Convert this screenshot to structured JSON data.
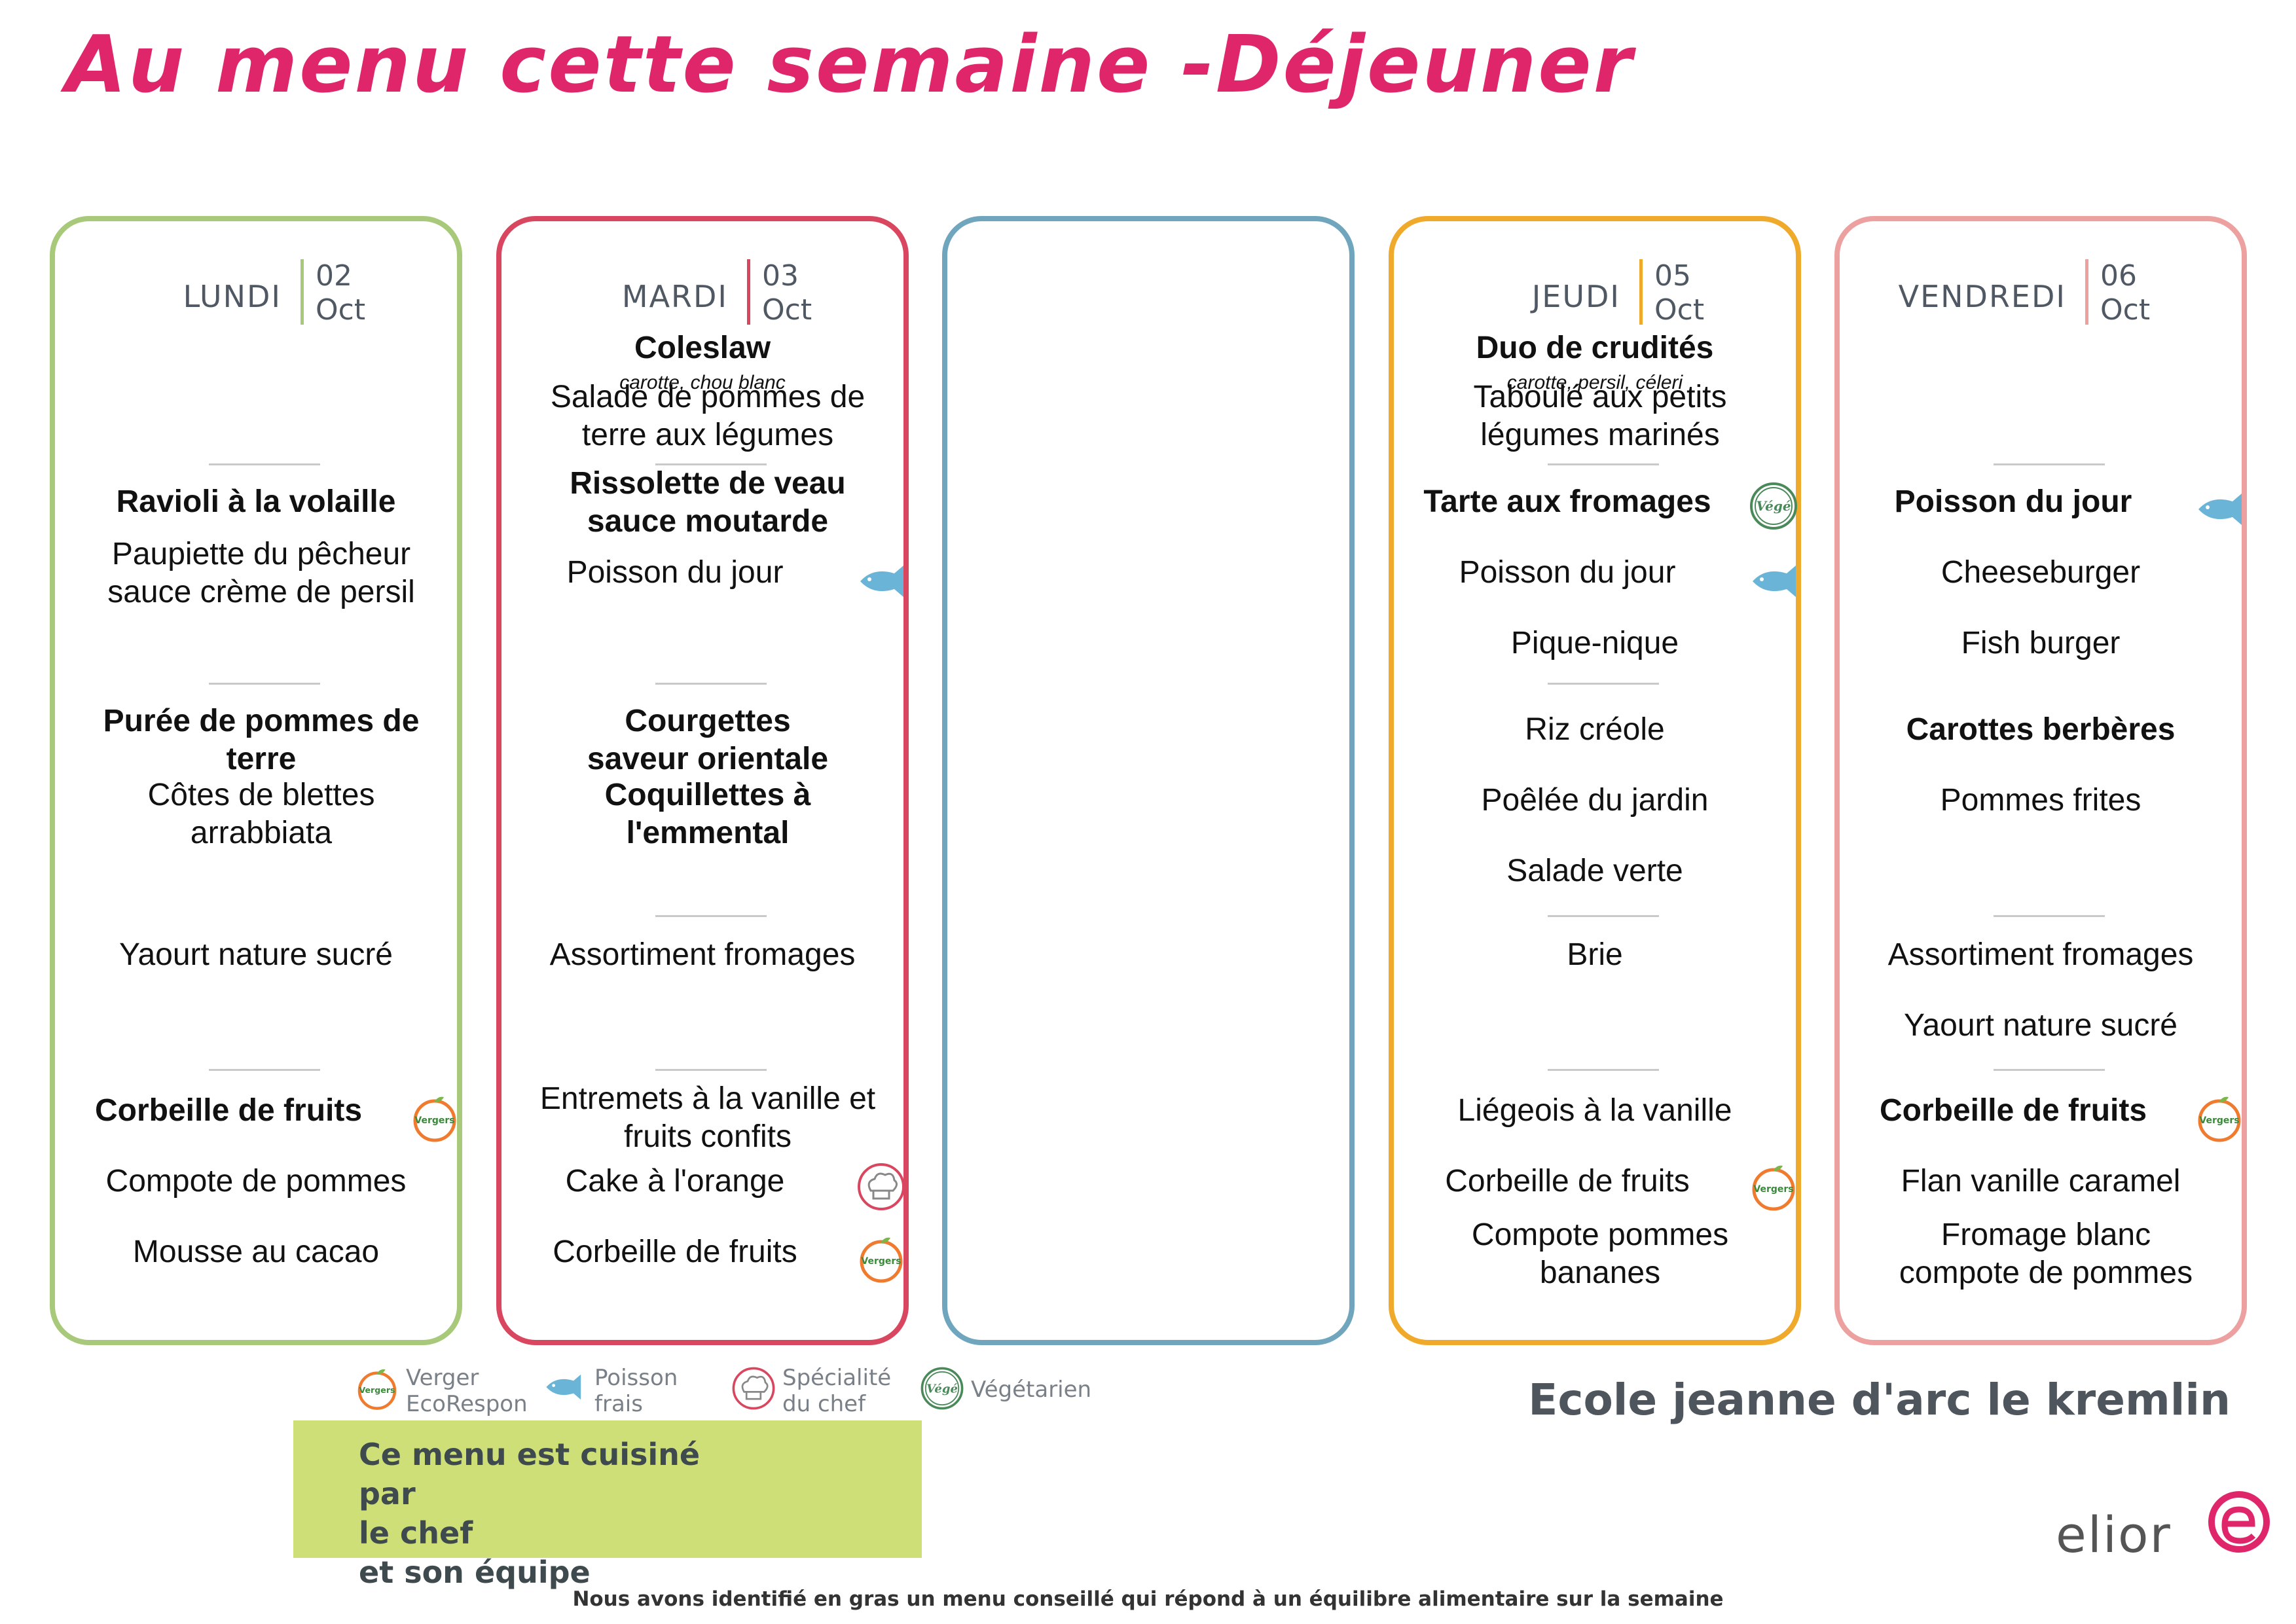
{
  "title": "Au menu cette semaine -Déjeuner",
  "days": [
    {
      "name": "LUNDI",
      "date_day": "02",
      "date_month": "Oct",
      "color": "#a8c97a",
      "items": {
        "main1": "Ravioli à la volaille",
        "main2": "Paupiette du pêcheur sauce crème de persil",
        "side1": "Purée de pommes de terre",
        "side2": "Côtes de blettes arrabbiata",
        "dairy1": "Yaourt nature sucré",
        "dessert1": "Corbeille de fruits",
        "dessert2": "Compote de pommes",
        "dessert3": "Mousse au cacao"
      }
    },
    {
      "name": "MARDI",
      "date_day": "03",
      "date_month": "Oct",
      "color": "#d9465f",
      "items": {
        "starter1": "Coleslaw",
        "starter1_sub": "carotte, chou blanc",
        "starter2": "Salade de pommes de terre aux légumes",
        "main1": "Rissolette de veau sauce moutarde",
        "main2": "Poisson du jour",
        "side1": "Courgettes saveur orientale",
        "side2": "Coquillettes à l'emmental",
        "dairy1": "Assortiment fromages",
        "dessert1": "Entremets à la vanille et fruits confits",
        "dessert2": "Cake à l'orange",
        "dessert3": "Corbeille de fruits"
      }
    },
    {
      "name": "",
      "date_day": "",
      "date_month": "",
      "color": "#6fa6bd",
      "items": {}
    },
    {
      "name": "JEUDI",
      "date_day": "05",
      "date_month": "Oct",
      "color": "#f0aa2b",
      "items": {
        "starter1": "Duo de crudités",
        "starter1_sub": "carotte, persil, céleri",
        "starter2": "Taboulé aux petits légumes marinés",
        "main1": "Tarte aux fromages",
        "main2": "Poisson du jour",
        "main3": "Pique-nique",
        "side1": "Riz créole",
        "side2": "Poêlée du jardin",
        "side3": "Salade verte",
        "dairy1": "Brie",
        "dessert1": "Liégeois à la vanille",
        "dessert2": "Corbeille de fruits",
        "dessert3": "Compote pommes bananes"
      }
    },
    {
      "name": "VENDREDI",
      "date_day": "06",
      "date_month": "Oct",
      "color": "#eca0a0",
      "items": {
        "main1": "Poisson du jour",
        "main2": "Cheeseburger",
        "main3": "Fish burger",
        "side1": "Carottes berbères",
        "side2": "Pommes frites",
        "dairy1": "Assortiment fromages",
        "dairy2": "Yaourt nature sucré",
        "dessert1": "Corbeille de fruits",
        "dessert2": "Flan vanille caramel",
        "dessert3": "Fromage blanc compote de pommes"
      }
    }
  ],
  "icons": {
    "verger": "verger-apple-icon",
    "poisson": "fish-icon",
    "chef": "chef-hat-icon",
    "vege": "vege-badge-icon"
  },
  "legend": [
    {
      "icon": "verger-apple-icon",
      "label_line1": "Verger",
      "label_line2": "EcoRespon"
    },
    {
      "icon": "fish-icon",
      "label_line1": "Poisson",
      "label_line2": "frais"
    },
    {
      "icon": "chef-hat-icon",
      "label_line1": "Spécialité",
      "label_line2": "du chef"
    },
    {
      "icon": "vege-badge-icon",
      "label_line1": "Végétarien",
      "label_line2": ""
    }
  ],
  "badge_text": {
    "verger": "Vergers",
    "vege": "Végé"
  },
  "chef_box": {
    "line1": "Ce menu est cuisiné par",
    "line2": "le chef",
    "line3": "et son équipe",
    "color": "#cfdf77"
  },
  "school": "Ecole jeanne d'arc le kremlin",
  "brand": {
    "name": "elior",
    "color": "#e0266a"
  },
  "footer": "Nous avons identifié en gras un menu conseillé qui répond à un équilibre alimentaire sur la semaine",
  "colors": {
    "title": "#e0266a",
    "fish": "#6ab4d8",
    "chef": "#d9465f",
    "vege": "#4a8a5a"
  }
}
